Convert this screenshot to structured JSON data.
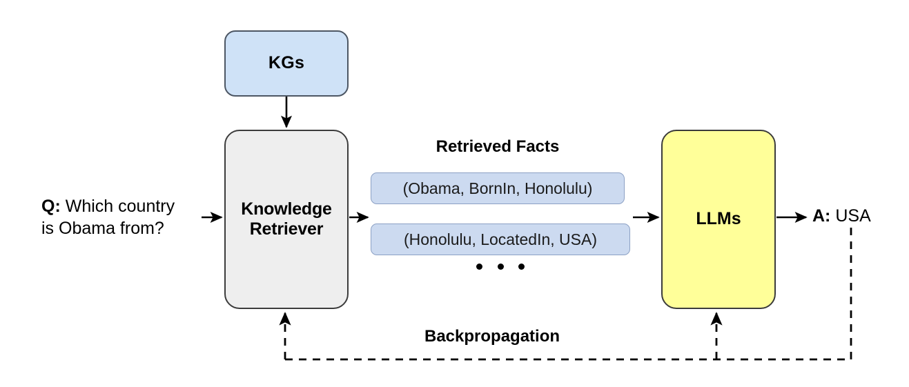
{
  "diagram": {
    "title_absent": true,
    "nodes": {
      "kgs": {
        "label": "KGs",
        "fill": "#cfe2f7",
        "stroke": "#4c5663"
      },
      "retriever": {
        "label_line1": "Knowledge",
        "label_line2": "Retriever",
        "fill": "#eeeeee",
        "stroke": "#3b3b3b"
      },
      "llms": {
        "label": "LLMs",
        "fill": "#ffff99",
        "stroke": "#3b3b3b"
      }
    },
    "question": {
      "prefix": "Q:",
      "line1": " Which country",
      "line2": "is Obama from?"
    },
    "answer": {
      "prefix": "A:",
      "value": " USA"
    },
    "retrieved_facts": {
      "heading": "Retrieved Facts",
      "items": [
        "(Obama, BornIn, Honolulu)",
        "(Honolulu, LocatedIn, USA)"
      ],
      "more_indicator": "• • •",
      "fill": "#ccdaf0",
      "stroke": "#8ba0c4"
    },
    "backpropagation": {
      "label": "Backpropagation",
      "style": "dashed"
    }
  }
}
